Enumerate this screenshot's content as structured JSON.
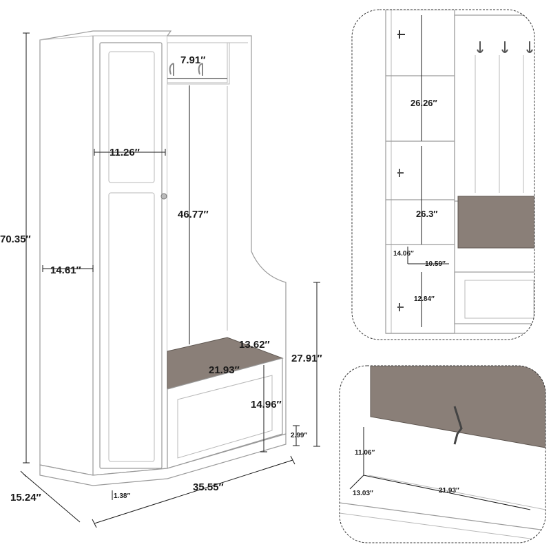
{
  "main_view": {
    "height": "70.35″",
    "cabinet_inner_width": "11.26″",
    "cabinet_depth_marker": "14.61″",
    "hook_spacing": "7.91″",
    "back_panel_height": "46.77″",
    "seat_depth": "13.62″",
    "seat_width": "21.93″",
    "bench_height": "27.91″",
    "bench_front_height": "14.96″",
    "base_height": "2.99″",
    "toe_kick": "1.38″",
    "total_depth": "15.24″",
    "total_width": "35.55″"
  },
  "detail_interior": {
    "upper_shelf": "26.26″",
    "lower_shelf": "26.3″",
    "shelf_depth": "14.06″",
    "shelf_width": "10.59″",
    "bottom_shelf": "12.84″"
  },
  "detail_storage": {
    "storage_height": "11.06″",
    "storage_depth": "13.03″",
    "storage_width": "21.93″"
  }
}
